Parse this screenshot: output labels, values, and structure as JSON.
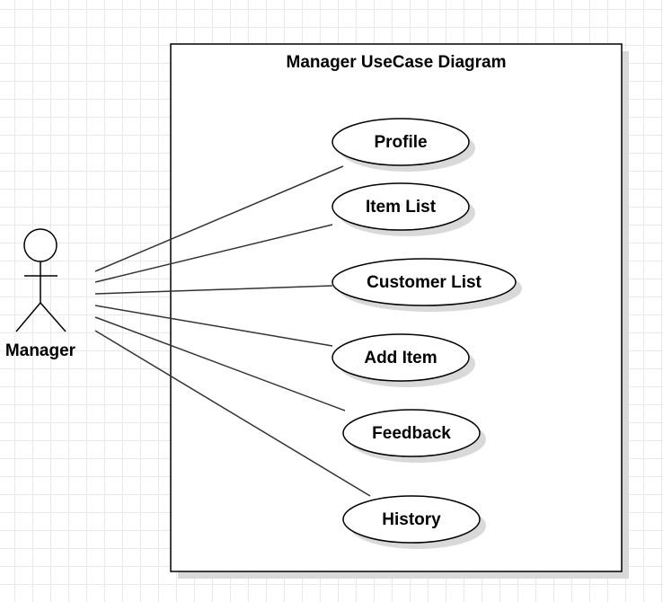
{
  "diagram": {
    "title": "Manager UseCase Diagram",
    "actor": {
      "name": "Manager",
      "icon": "stick-figure-icon"
    },
    "use_cases": [
      {
        "id": "profile",
        "label": "Profile"
      },
      {
        "id": "item-list",
        "label": "Item List"
      },
      {
        "id": "customer-list",
        "label": "Customer List"
      },
      {
        "id": "add-item",
        "label": "Add Item"
      },
      {
        "id": "feedback",
        "label": "Feedback"
      },
      {
        "id": "history",
        "label": "History"
      }
    ],
    "associations": [
      {
        "from": "Manager",
        "to": "profile"
      },
      {
        "from": "Manager",
        "to": "item-list"
      },
      {
        "from": "Manager",
        "to": "customer-list"
      },
      {
        "from": "Manager",
        "to": "add-item"
      },
      {
        "from": "Manager",
        "to": "feedback"
      },
      {
        "from": "Manager",
        "to": "history"
      }
    ],
    "colors": {
      "stroke": "#000000",
      "line": "#333333",
      "shadow": "#d9d9d9",
      "fill": "#ffffff",
      "grid": "#e9e9e9"
    }
  }
}
